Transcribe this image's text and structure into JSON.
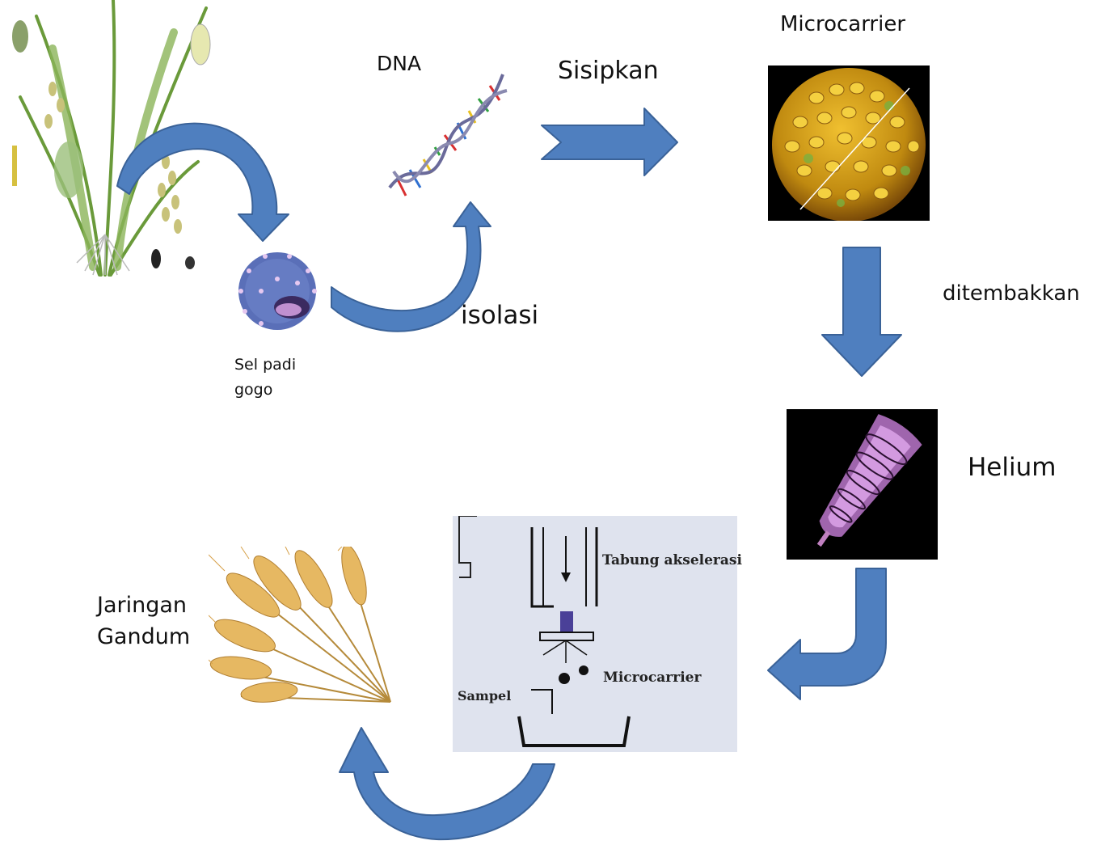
{
  "labels": {
    "dna": "DNA",
    "insert": "Sisipkan",
    "microcarrier": "Microcarrier",
    "shot": "ditembakkan",
    "isolation": "isolasi",
    "cell_line1": "Sel padi",
    "cell_line2": "gogo",
    "helium": "Helium",
    "tissue_line1": "Jaringan",
    "tissue_line2": "Gandum"
  },
  "apparatus": {
    "tube_label": "Tabung akselerasi",
    "microcarrier_label": "Microcarrier",
    "sample_label": "Sampel"
  },
  "colors": {
    "arrow_fill": "#4F7FBF",
    "arrow_stroke": "#3A6298"
  }
}
